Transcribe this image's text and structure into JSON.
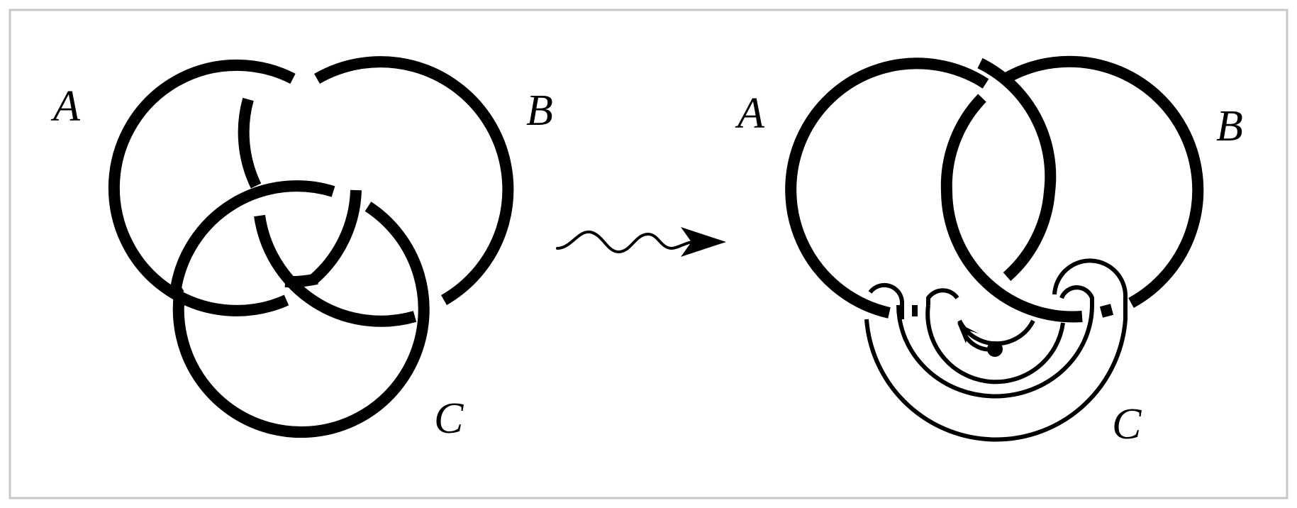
{
  "left_diagram": {
    "labels": {
      "a": "A",
      "b": "B",
      "c": "C"
    }
  },
  "right_diagram": {
    "labels": {
      "a": "A",
      "b": "B",
      "c": "C"
    }
  },
  "colors": {
    "ink": "#000000",
    "frame": "#c8c8c8",
    "background": "#ffffff"
  },
  "icons": {
    "transition": "wavy-arrow-icon"
  }
}
